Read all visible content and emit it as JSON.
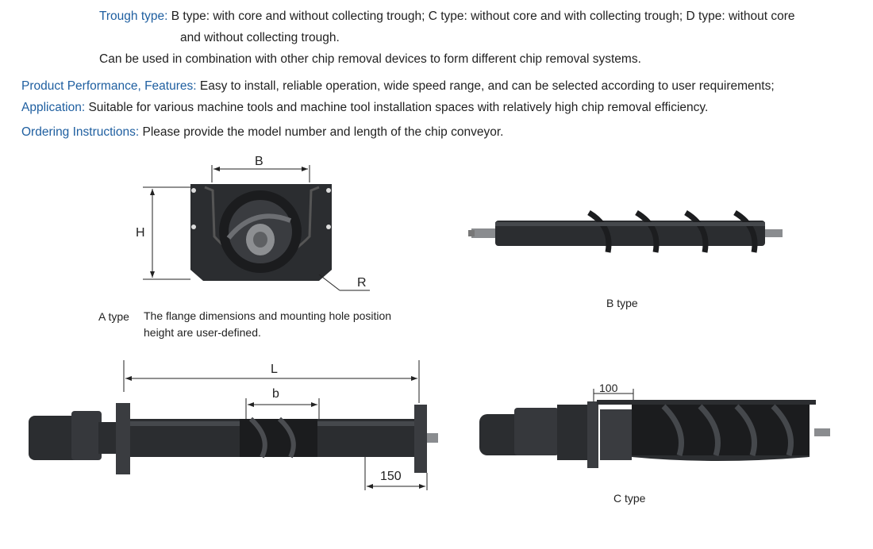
{
  "spec": {
    "trough_type": {
      "label": "Trough type:",
      "line1": "B type: with core and without collecting trough;  C type: without core and with collecting trough;  D type: without core",
      "line2": "and without collecting trough.",
      "line3": "Can be used in combination with other chip removal devices to form different chip removal systems."
    },
    "performance": {
      "label": "Product Performance, Features:",
      "text": "Easy to install, reliable operation, wide speed range, and can be selected according to user requirements;"
    },
    "application": {
      "label": "Application:",
      "text": "Suitable for various machine tools and machine tool installation spaces with relatively high chip removal efficiency."
    },
    "ordering": {
      "label": "Ordering Instructions:",
      "text": "Please provide the model number and length of the chip conveyor."
    }
  },
  "figures": {
    "a_type": {
      "dim_b": "B",
      "dim_h": "H",
      "dim_r": "R",
      "caption_name": "A type",
      "caption_line1": "The flange dimensions and mounting hole position",
      "caption_line2": "height are user-defined."
    },
    "b_type": {
      "caption": "B type"
    },
    "assembly": {
      "dim_l": "L",
      "dim_b": "b",
      "dim_150": "150"
    },
    "c_type": {
      "dim_100": "100",
      "caption": "C type"
    }
  },
  "colors": {
    "label_blue": "#1f5fa0",
    "metal_dark": "#2b2d30"
  }
}
